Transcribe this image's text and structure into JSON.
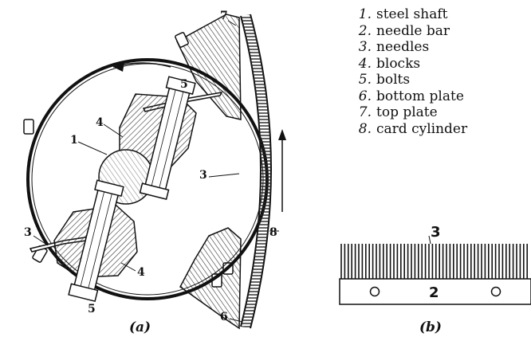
{
  "legend": [
    {
      "num": "1.",
      "label": "steel shaft"
    },
    {
      "num": "2.",
      "label": "needle bar"
    },
    {
      "num": "3.",
      "label": "needles"
    },
    {
      "num": "4.",
      "label": "blocks"
    },
    {
      "num": "5.",
      "label": "bolts"
    },
    {
      "num": "6.",
      "label": "bottom plate"
    },
    {
      "num": "7.",
      "label": "top plate"
    },
    {
      "num": "8.",
      "label": "card cylinder"
    }
  ],
  "callouts_a": {
    "c1": "1",
    "c3a": "3",
    "c3b": "3",
    "c4a": "4",
    "c4b": "4",
    "c5a": "5",
    "c5b": "5",
    "c6": "6",
    "c7": "7",
    "c8": "8"
  },
  "callouts_b": {
    "c3": "3",
    "c2": "2"
  },
  "captions": {
    "a": "(a)",
    "b": "(b)"
  }
}
